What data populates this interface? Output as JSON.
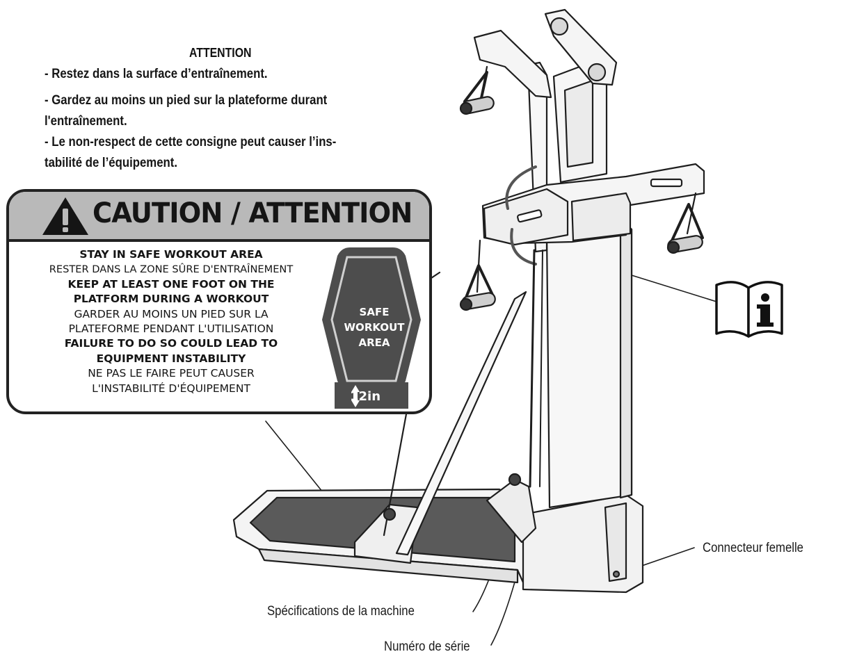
{
  "attention": {
    "title": "ATTENTION",
    "lines": [
      "- Restez dans la surface d’entraînement.",
      "- Gardez au moins un pied sur la plateforme durant",
      "l'entraînement.",
      "- Le non-respect de cette consigne peut causer l’ins-",
      "tabilité de l’équipement."
    ]
  },
  "caution_label": {
    "title": "CAUTION / ATTENTION",
    "lines": [
      {
        "text": "STAY IN SAFE WORKOUT AREA",
        "bold": true
      },
      {
        "text": "RESTER DANS LA ZONE SÛRE D'ENTRAÎNEMENT",
        "bold": false
      },
      {
        "text": "KEEP AT LEAST ONE FOOT ON THE",
        "bold": true
      },
      {
        "text": "PLATFORM DURING A WORKOUT",
        "bold": true
      },
      {
        "text": "GARDER AU MOINS UN PIED SUR LA",
        "bold": false
      },
      {
        "text": "PLATEFORME PENDANT L'UTILISATION",
        "bold": false
      },
      {
        "text": "FAILURE TO DO SO COULD LEAD TO",
        "bold": true
      },
      {
        "text": "EQUIPMENT INSTABILITY",
        "bold": true
      },
      {
        "text": "NE PAS LE FAIRE PEUT CAUSER",
        "bold": false
      },
      {
        "text": "L'INSTABILITÉ D'ÉQUIPEMENT",
        "bold": false
      }
    ],
    "zone": {
      "line1": "SAFE",
      "line2": "WORKOUT",
      "line3": "AREA"
    },
    "height": "12in"
  },
  "callouts": {
    "connector": "Connecteur femelle",
    "specs": "Spécifications de la machine",
    "serial": "Numéro de série"
  },
  "icons": [
    "warning-triangle-icon",
    "manual-info-icon"
  ],
  "colors": {
    "label_header": "#b9b9b9",
    "zone": "#4d4d4d",
    "line": "#1a1a1a"
  }
}
